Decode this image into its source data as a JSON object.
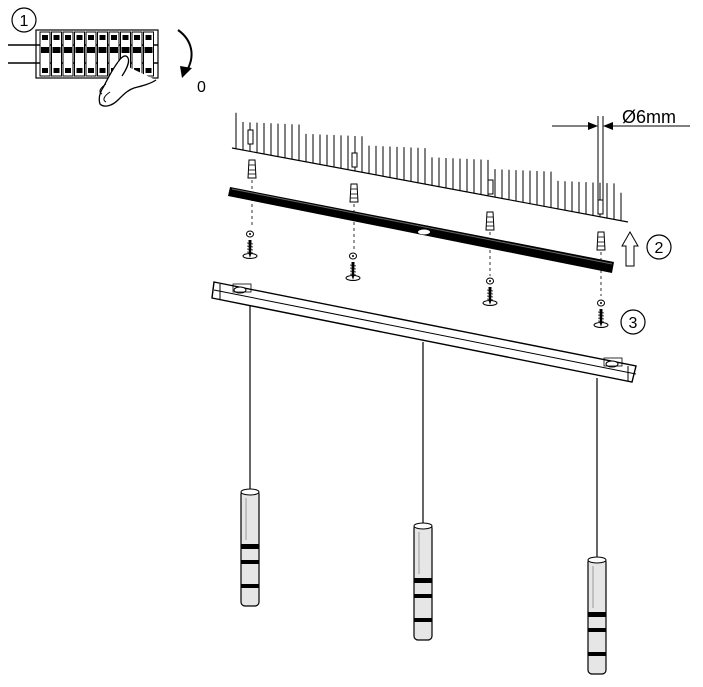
{
  "steps": {
    "step1_number": "1",
    "step2_number": "2",
    "step3_number": "3"
  },
  "labels": {
    "off_position": "0",
    "drill_diameter": "Ø6mm"
  },
  "colors": {
    "ink": "#000000",
    "paper": "#ffffff",
    "lamp_body": "#e6e6e6"
  }
}
